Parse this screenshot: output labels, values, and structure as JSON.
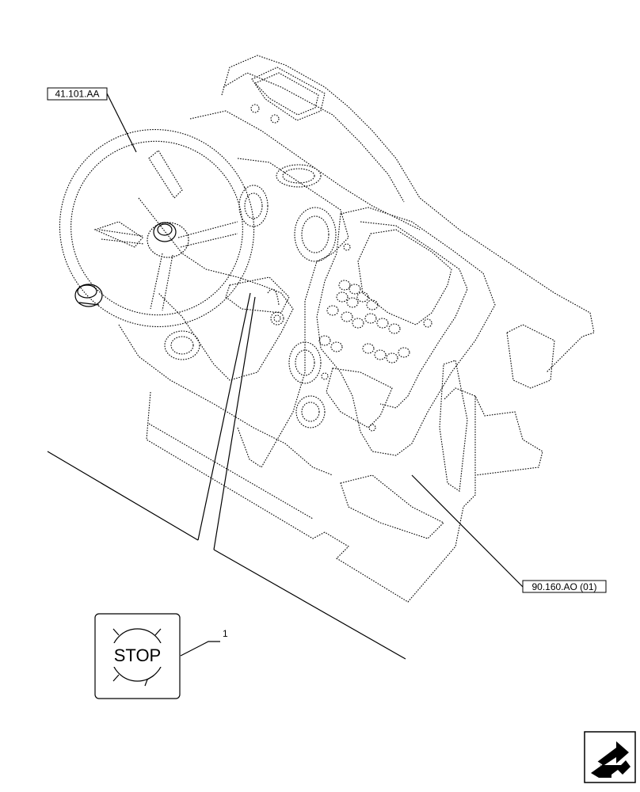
{
  "callouts": {
    "steering": "41.101.AA",
    "console": "90.160.AO (01)",
    "item_number": "1"
  },
  "stop_button": {
    "label": "STOP"
  },
  "nav_icon": "next-page-arrow-icon"
}
